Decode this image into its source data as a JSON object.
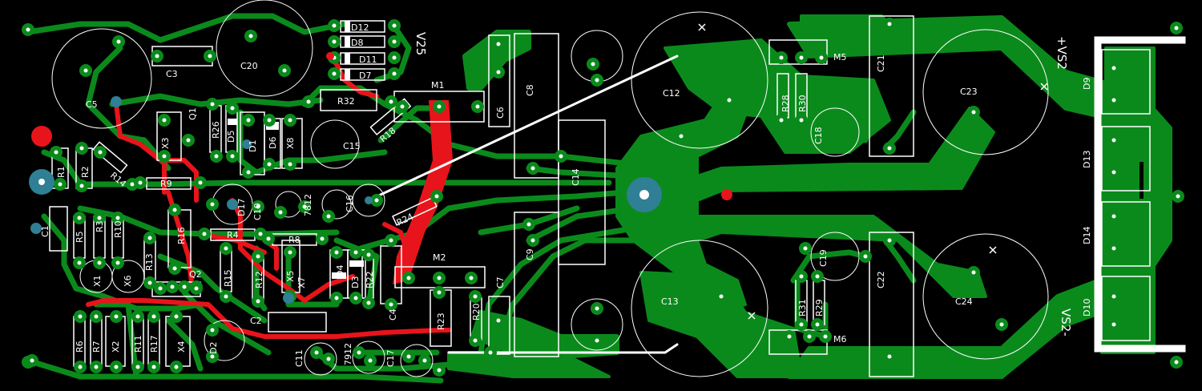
{
  "colors": {
    "background": "#000000",
    "copper": "#0b8a1c",
    "top_trace": "#e8141b",
    "via": "#2f7f95",
    "silkscreen": "#ffffff"
  },
  "labels": {
    "c5": "C5",
    "c3": "C3",
    "c20": "C20",
    "d12": "D12",
    "d8": "D8",
    "d11": "D11",
    "d7": "D7",
    "v25_top": "V25",
    "m1": "M1",
    "r32": "R32",
    "q1": "Q1",
    "x3": "X3",
    "r26": "R26",
    "d5": "D5",
    "d1": "D1",
    "d6": "D6",
    "x8": "X8",
    "c15": "C15",
    "r18": "R18",
    "c6": "C6",
    "c8": "C8",
    "c12": "C12",
    "m5": "M5",
    "r28": "R28",
    "r30": "R30",
    "c21": "C21",
    "c23": "C23",
    "vs2_plus": "+VS2",
    "d9": "D9",
    "c18": "C18",
    "d13": "D13",
    "r1": "R1",
    "r2": "R2",
    "r14": "R14",
    "r9": "R9",
    "d17": "D17",
    "c10": "C10",
    "ic7812": "7812",
    "c16": "C16",
    "r24": "R24",
    "c14": "C14",
    "c1": "C1",
    "r5": "R5",
    "r3": "R3",
    "r10": "R10",
    "r16": "R16",
    "r4": "R4",
    "r8": "R8",
    "r13": "R13",
    "c9": "C9",
    "c19": "C19",
    "c22": "C22",
    "d14": "D14",
    "x1": "X1",
    "x6": "X6",
    "q2": "Q2",
    "r15": "R15",
    "r12": "R12",
    "x5": "X5",
    "x7": "X7",
    "d4": "D4",
    "d3": "D3",
    "r22": "R22",
    "m2": "M2",
    "c4": "C4",
    "c7": "C7",
    "c13": "C13",
    "c24": "C24",
    "d10": "D10",
    "r31": "R31",
    "r29": "R29",
    "m6": "M6",
    "c2": "C2",
    "r6": "R6",
    "r7": "R7",
    "x2": "X2",
    "r11": "R11",
    "r17": "R17",
    "x4": "X4",
    "d2": "D2",
    "c11": "C11",
    "ic7912": "7912",
    "c17": "C17",
    "r23": "R23",
    "r20": "R20",
    "vs2_minus": "VS2-"
  }
}
